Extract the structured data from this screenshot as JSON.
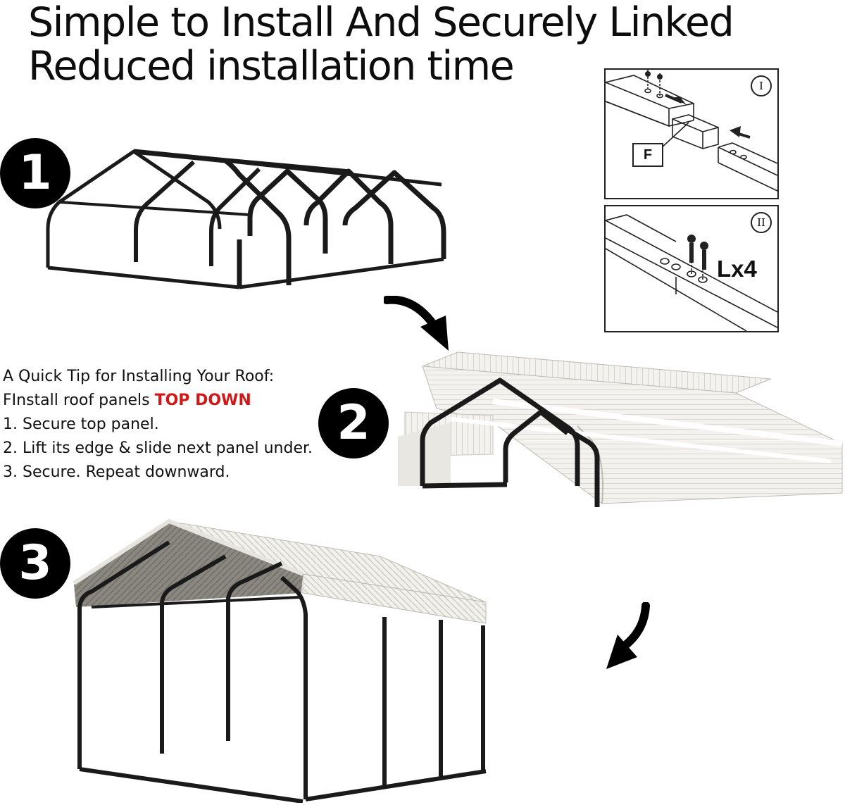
{
  "heading": {
    "line1": "Simple to Install And Securely Linked",
    "line2": "Reduced installation time"
  },
  "steps": [
    {
      "number": "1"
    },
    {
      "number": "2"
    },
    {
      "number": "3"
    }
  ],
  "details": [
    {
      "numeral": "I",
      "part_label": "F"
    },
    {
      "numeral": "II",
      "quantity": "Lx4"
    }
  ],
  "tip": {
    "title": "A Quick Tip for Installing Your Roof:",
    "line_prefix": "FInstall roof panels ",
    "highlight": "TOP DOWN",
    "steps": [
      "1. Secure top panel.",
      "2. Lift its edge & slide next panel under.",
      "3. Secure. Repeat downward."
    ]
  },
  "colors": {
    "frame": "#1a1a1a",
    "roof": "#f3f2ee",
    "roof_ridge": "#bdbbb4",
    "highlight": "#d01818"
  },
  "icons": {
    "arrow_1_to_2": "curved-arrow",
    "arrow_2_to_3": "curved-arrow"
  }
}
